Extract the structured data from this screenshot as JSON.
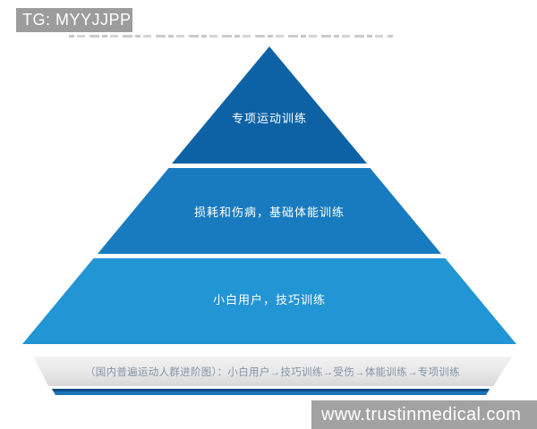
{
  "tg_banner": {
    "label": "TG: MYYJJPP",
    "bg_color": "#9c9c9c",
    "text_color": "#ffffff"
  },
  "pyramid": {
    "tiers": [
      {
        "position": "top",
        "label": "专项运动训练",
        "color": "#0d62a6"
      },
      {
        "position": "middle",
        "label": "损耗和伤病，基础体能训练",
        "color": "#187bc0"
      },
      {
        "position": "bottom",
        "label": "小白用户，技巧训练",
        "color": "#2295d5"
      }
    ],
    "label_color": "#ffffff",
    "base_caption": "（国内普遍运动人群进阶图）：小白用户→技巧训练→受伤→体能训练→专项训练",
    "base_caption_color": "#8494a6",
    "base_band_color": "#e7e7e7",
    "base_strip_color": "#1b74b9"
  },
  "watermark": {
    "label": "www.trustinmedical.com",
    "bg_color": "#a2a2a2",
    "text_color": "#ffffff"
  }
}
